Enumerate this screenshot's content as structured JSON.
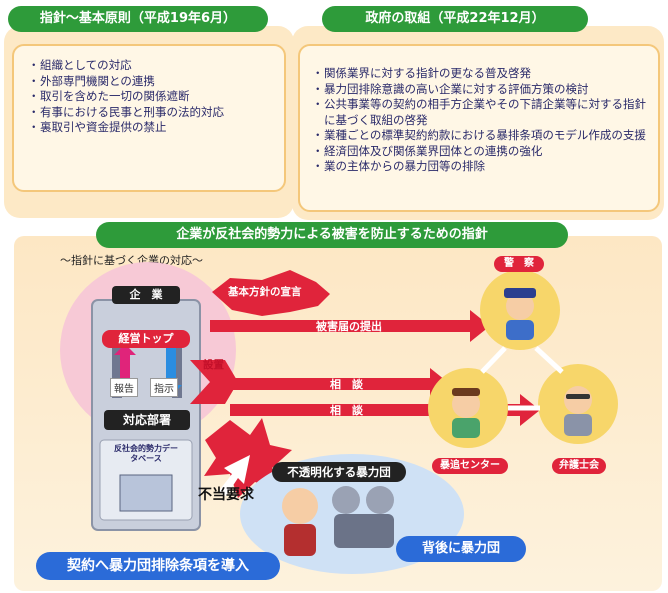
{
  "guideline_box": {
    "title": "指針〜基本原則（平成19年6月）",
    "items": [
      "組織としての対応",
      "外部専門機関との連携",
      "取引を含めた一切の関係遮断",
      "有事における民事と刑事の法的対応",
      "裏取引や資金提供の禁止"
    ]
  },
  "govt_box": {
    "title": "政府の取組（平成22年12月）",
    "items": [
      "関係業界に対する指針の更なる普及啓発",
      "暴力団排除意識の高い企業に対する評価方策の検討",
      "公共事業等の契約の相手方企業やその下請企業等に対する指針に基づく取組の啓発",
      "業種ごとの標準契約約款における暴排条項のモデル作成の支援",
      "経済団体及び関係業界団体との連携の強化",
      "業の主体からの暴力団等の排除"
    ]
  },
  "main": {
    "banner": "企業が反社会的勢力による被害を防止するための指針",
    "subtitle": "〜指針に基づく企業の対応〜",
    "company_label": "企　業",
    "top_mgmt": "経営トップ",
    "report": "報告",
    "instruct": "指示",
    "dept": "対応部署",
    "database": "反社会的勢力データベース",
    "policy": "基本方針の宣言",
    "setup": "設置",
    "damage_report": "被害届の提出",
    "consult1": "相　談",
    "consult2": "相　談",
    "police": "警　察",
    "center": "暴追センター",
    "lawyers": "弁護士会",
    "opaque_gang": "不透明化する暴力団",
    "unfair_demand": "不当要求",
    "behind_gang": "背後に暴力団",
    "contract_clause": "契約へ暴力団排除条項を導入"
  },
  "colors": {
    "green_pill": "#2e9b3a",
    "red": "#e0243b",
    "navy_text": "#2a2a6a",
    "blue": "#2b6bd8"
  }
}
